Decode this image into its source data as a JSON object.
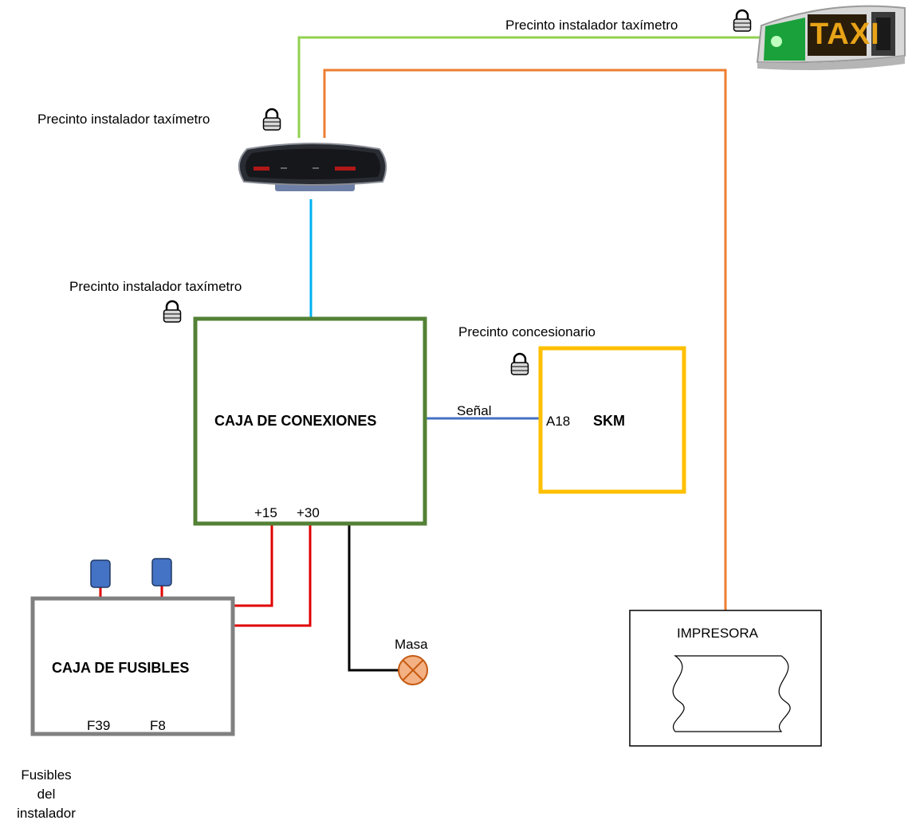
{
  "seals": {
    "top": "Precinto instalador taxímetro",
    "mirror": "Precinto instalador taxímetro",
    "box": "Precinto instalador taxímetro",
    "dealer": "Precinto concesionario"
  },
  "junction_box": {
    "title": "CAJA DE CONEXIONES",
    "pin15": "+15",
    "pin30": "+30"
  },
  "skm": {
    "title": "SKM",
    "pin": "A18"
  },
  "signal": "Señal",
  "fuse_box": {
    "title": "CAJA DE FUSIBLES",
    "f39": "F39",
    "f8": "F8"
  },
  "installer_fuses": {
    "line1": "Fusibles",
    "line2": "del",
    "line3": "instalador"
  },
  "ground": "Masa",
  "printer": "IMPRESORA",
  "taxi_sign": {
    "text": "TAXI"
  },
  "colors": {
    "green_wire": "#92D050",
    "orange_wire": "#ED7D31",
    "blue_wire": "#00B0F0",
    "signal_wire": "#4472C4",
    "red_wire": "#E00000",
    "ground_wire": "#000000",
    "junction_border": "#538135",
    "skm_border": "#FFC000",
    "fusebox_border": "#808080",
    "fuse_fill": "#4472C4",
    "ground_fill": "#F4B183"
  },
  "icons": [
    "padlock-icon",
    "taxi-roof-sign",
    "rearview-mirror-taximeter",
    "ground-lamp-symbol",
    "paper-roll-symbol"
  ]
}
